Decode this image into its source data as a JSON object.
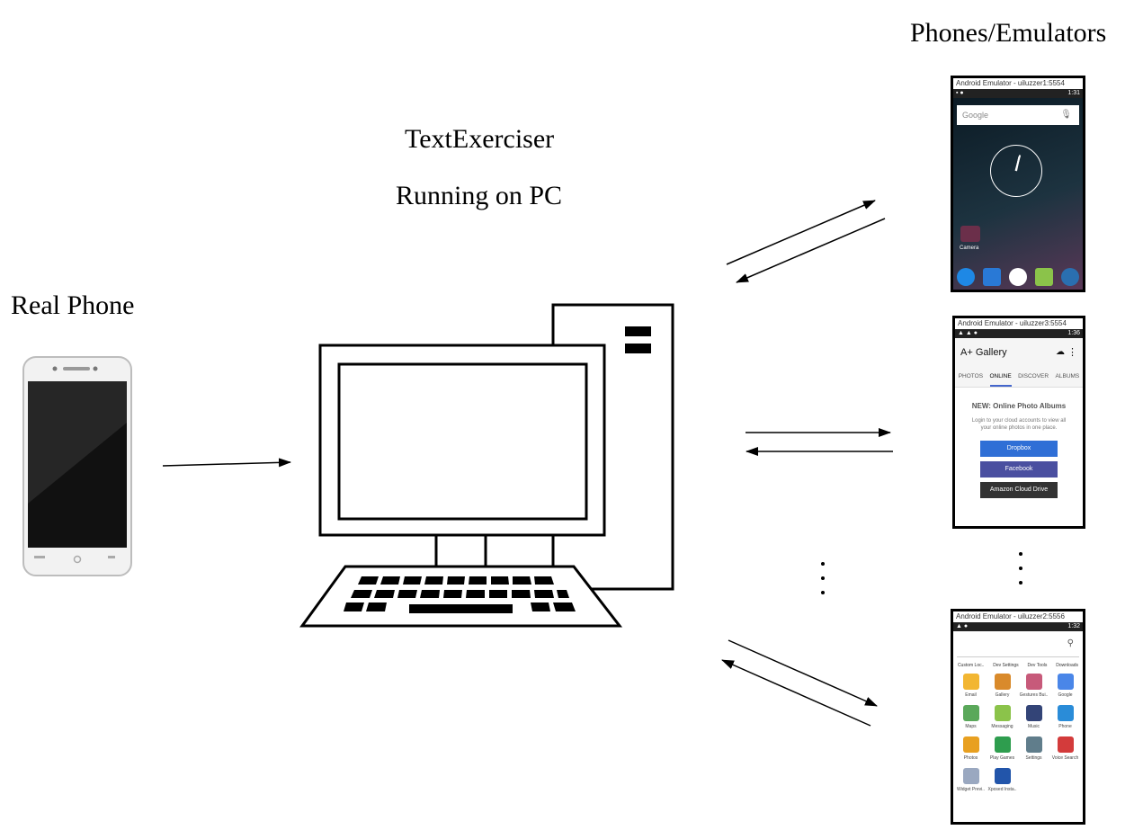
{
  "labels": {
    "title_line1": "TextExerciser",
    "title_line2": "Running on PC",
    "real_phone": "Real Phone",
    "phones_emulators": "Phones/Emulators"
  },
  "emulator1": {
    "window_title": "Android Emulator - uiluzzer1:5554",
    "time": "1:31",
    "search_placeholder": "Google",
    "camera_label": "Camera"
  },
  "emulator2": {
    "window_title": "Android Emulator - uiluzzer3:5554",
    "time": "1:36",
    "app_title": "A+ Gallery",
    "tabs": [
      "PHOTOS",
      "ONLINE",
      "DISCOVER",
      "ALBUMS"
    ],
    "active_tab": "ONLINE",
    "heading": "NEW: Online Photo Albums",
    "subtext": "Login to your cloud accounts to view all your online photos in one place.",
    "buttons": [
      {
        "label": "Dropbox",
        "color": "#2f6fd6"
      },
      {
        "label": "Facebook",
        "color": "#4a4fa0"
      },
      {
        "label": "Amazon Cloud Drive",
        "color": "#333333"
      }
    ]
  },
  "emulator3": {
    "window_title": "Android Emulator - uiluzzer2:5556",
    "time": "1:32",
    "categories": [
      "Custom Loc..",
      "Dev Settings",
      "Dev Tools",
      "Downloads"
    ],
    "apps": [
      {
        "label": "Email",
        "color": "#f2b632"
      },
      {
        "label": "Gallery",
        "color": "#d98a2b"
      },
      {
        "label": "Gestures Bui..",
        "color": "#c75a7a"
      },
      {
        "label": "Google",
        "color": "#4a86e8"
      },
      {
        "label": "Maps",
        "color": "#5aa85a"
      },
      {
        "label": "Messaging",
        "color": "#8bc34a"
      },
      {
        "label": "Music",
        "color": "#334477"
      },
      {
        "label": "Phone",
        "color": "#2a8cd8"
      },
      {
        "label": "Photos",
        "color": "#e8a020"
      },
      {
        "label": "Play Games",
        "color": "#2e9d4e"
      },
      {
        "label": "Settings",
        "color": "#607d8b"
      },
      {
        "label": "Voice Search",
        "color": "#d33b3b"
      },
      {
        "label": "Widget Previ..",
        "color": "#9aa8c0"
      },
      {
        "label": "Xposed Insta..",
        "color": "#2255aa"
      }
    ]
  }
}
